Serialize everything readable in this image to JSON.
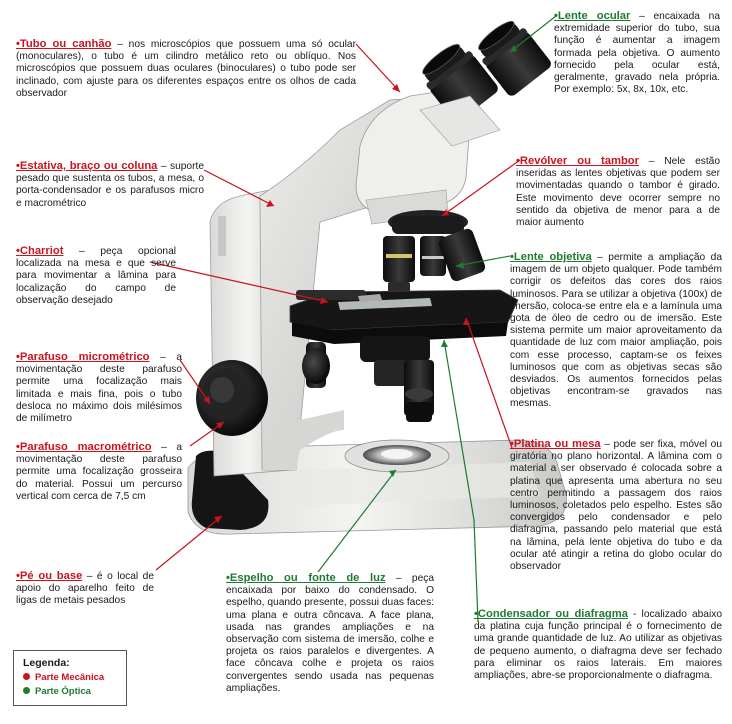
{
  "legend": {
    "title": "Legenda:",
    "mechanical": "Parte Mecânica",
    "optical": "Parte Óptica",
    "mechanical_color": "#c8141e",
    "optical_color": "#1f7a32"
  },
  "labels": {
    "tubo": {
      "title": "•Tubo ou canhão",
      "text": " – nos microscópios que possuem uma só ocular (monoculares), o tubo é um cilindro metálico reto ou oblíquo. Nos microscópios que possuem duas oculares (binoculares) o tubo pode ser inclinado, com ajuste para os diferentes espaços entre os olhos de cada observador"
    },
    "estativa": {
      "title": "•Estativa, braço ou coluna",
      "text": " – suporte pesado que sustenta os tubos, a mesa, o porta-condensador e os parafusos micro e macrométrico"
    },
    "charriot": {
      "title": "•Charriot",
      "text": " – peça opcional localizada na mesa e que serve para movimentar a lâmina para localização do campo de observação desejado"
    },
    "micrometrico": {
      "title": "•Parafuso micrométrico",
      "text": " – a movimentação deste parafuso permite uma focalização mais limitada e mais fina, pois o tubo desloca no máximo dois milésimos de milímetro"
    },
    "macrometrico": {
      "title": "•Parafuso macrométrico",
      "text": " – a movimentação deste parafuso permite uma focalização grosseira do material. Possui um percurso vertical com cerca de 7,5 cm"
    },
    "pe": {
      "title": "•Pé ou base",
      "text": " – é o local de apoio do aparelho feito de ligas de metais pesados"
    },
    "espelho": {
      "title": "•Espelho ou fonte de luz",
      "text": " – peça encaixada por baixo do condensado. O espelho, quando presente, possui duas faces: uma plana e outra côncava. A face plana, usada nas grandes ampliações e na observação com sistema de imersão, colhe e projeta os raios paralelos e divergentes. A face côncava colhe e projeta os raios convergentes sendo usada nas pequenas ampliações."
    },
    "ocular": {
      "title": "•Lente ocular",
      "text": " – encaixada na extremidade superior do tubo, sua função é aumentar a imagem formada pela objetiva. O aumento fornecido pela ocular está, geralmente, gravado nela própria. Por exemplo: 5x, 8x, 10x, etc."
    },
    "revolver": {
      "title": "•Revólver ou tambor",
      "text": " – Nele estão inseridas as lentes objetivas que podem ser movimentadas quando o tambor é girado. Este movimento deve ocorrer sempre no sentido da objetiva de menor para a de maior aumento"
    },
    "objetiva": {
      "title": "•Lente objetiva",
      "text": " – permite a ampliação da imagem de um objeto qualquer. Pode também corrigir os defeitos das cores dos raios luminosos. Para se utilizar a objetiva (100x) de imersão, coloca-se entre ela e a lamínula uma gota de óleo de cedro ou de imersão. Este sistema permite um maior aproveitamento da quantidade de luz com maior ampliação, pois com esse processo, captam-se os feixes luminosos que com as objetivas secas são desviados. Os aumentos fornecidos pelas objetivas encontram-se gravados nas mesmas."
    },
    "platina": {
      "title": "•Platina ou mesa",
      "text": " – pode ser fixa, móvel ou giratória no plano horizontal. A lâmina com o material a ser observado é colocada sobre a platina que apresenta uma abertura no seu centro permitindo a passagem dos raios luminosos, coletados pelo espelho. Estes são convergidos pelo condensador e pelo diafragma, passando pelo material que está na lâmina, pela lente objetiva do tubo e da ocular até atingir a retina do globo ocular do observador"
    },
    "condensador": {
      "title": "•Condensador ou diafragma",
      "text": " - localizado abaixo da platina cuja função principal é o fornecimento de uma grande quantidade de luz. Ao utilizar as objetivas de pequeno aumento, o diafragma deve ser fechado para eliminar os raios laterais. Em maiores ampliações, abre-se proporcionalmente o diafragma."
    }
  }
}
